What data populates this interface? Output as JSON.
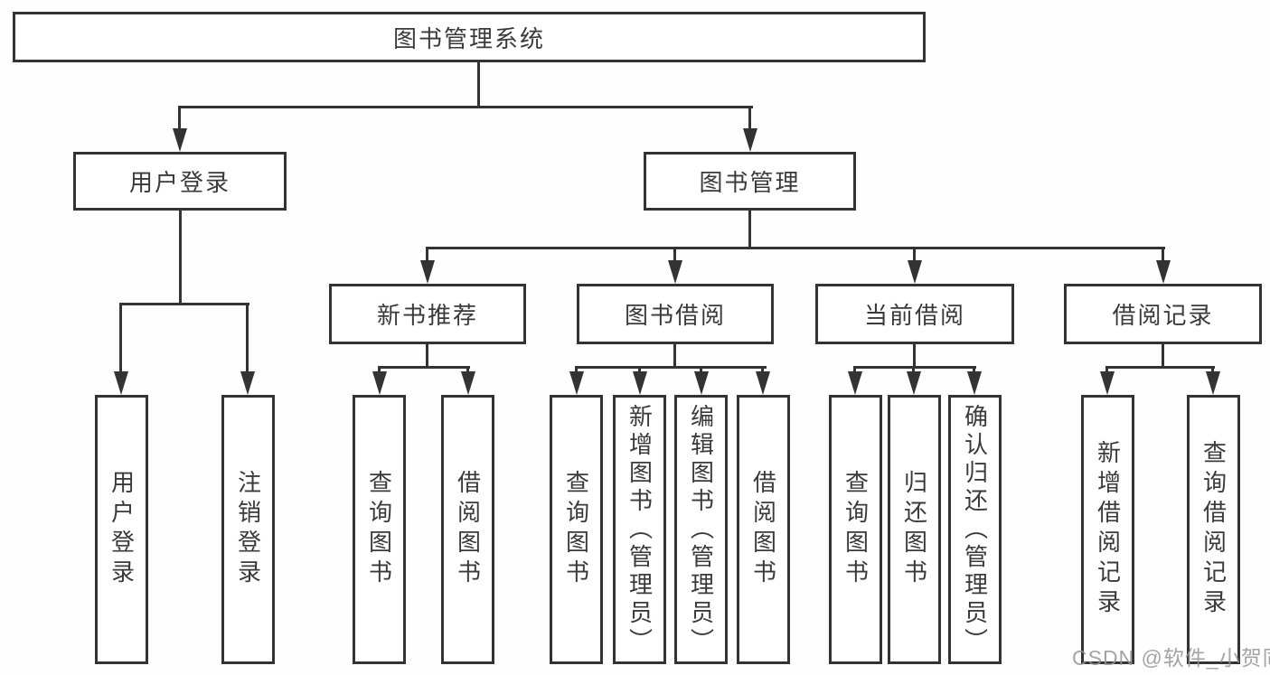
{
  "diagram_title": "图书管理系统",
  "colors": {
    "line": "#333333",
    "box_border": "#333333",
    "box_fill": "#ffffff",
    "text": "#3a3a3a",
    "watermark": "#949494",
    "background": "#fefefe"
  },
  "watermark": {
    "text": "CSDN @软件_小贺同学"
  },
  "tree": {
    "label": "图书管理系统",
    "children": [
      {
        "label": "用户登录",
        "children": [
          {
            "label": "用户登录"
          },
          {
            "label": "注销登录"
          }
        ]
      },
      {
        "label": "图书管理",
        "children": [
          {
            "label": "新书推荐",
            "children": [
              {
                "label": "查询图书"
              },
              {
                "label": "借阅图书"
              }
            ]
          },
          {
            "label": "图书借阅",
            "children": [
              {
                "label": "查询图书"
              },
              {
                "label": "新增图书（管理员）"
              },
              {
                "label": "编辑图书（管理员）"
              },
              {
                "label": "借阅图书"
              }
            ]
          },
          {
            "label": "当前借阅",
            "children": [
              {
                "label": "查询图书"
              },
              {
                "label": "归还图书"
              },
              {
                "label": "确认归还（管理员）"
              }
            ]
          },
          {
            "label": "借阅记录",
            "children": [
              {
                "label": "新增借阅记录"
              },
              {
                "label": "查询借阅记录"
              }
            ]
          }
        ]
      }
    ]
  }
}
